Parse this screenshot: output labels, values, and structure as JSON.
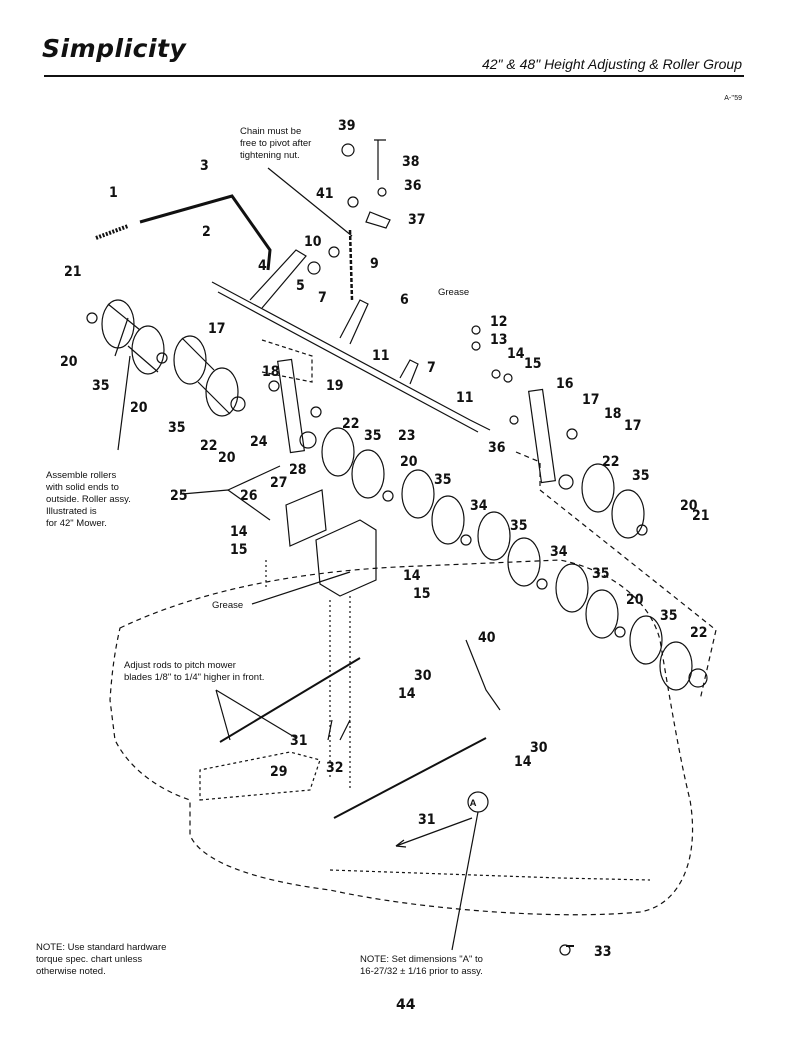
{
  "header": {
    "brand": "Simplicity",
    "title": "42\" & 48\" Height Adjusting & Roller Group",
    "drawing_code": "A-’’59"
  },
  "notes": {
    "chain": [
      "Chain must be",
      "free to pivot after",
      "tightening nut."
    ],
    "grease_top": "Grease",
    "grease_bottom": "Grease",
    "rollers": [
      "Assemble rollers",
      "with solid ends to",
      "outside. Roller assy.",
      "Illustrated is",
      "for 42\" Mower."
    ],
    "adjust": [
      "Adjust rods to pitch mower",
      "blades 1/8\" to 1/4\" higher in front."
    ],
    "hardware": [
      "NOTE: Use standard hardware",
      "torque spec. chart unless",
      "otherwise noted."
    ],
    "dimension": [
      "NOTE: Set dimensions \"A\" to",
      "16-27/32 ± 1/16 prior to assy."
    ],
    "dimension_marker": "A"
  },
  "callouts": {
    "c1": "1",
    "c2": "2",
    "c3": "3",
    "c4": "4",
    "c5": "5",
    "c6": "6",
    "c7a": "7",
    "c7b": "7",
    "c9": "9",
    "c10": "10",
    "c11a": "11",
    "c11b": "11",
    "c12": "12",
    "c13": "13",
    "c14a": "14",
    "c14b": "14",
    "c14c": "14",
    "c14d": "14",
    "c14e": "14",
    "c15a": "15",
    "c15b": "15",
    "c15c": "15",
    "c16": "16",
    "c17a": "17",
    "c17b": "17",
    "c17c": "17",
    "c18a": "18",
    "c18b": "18",
    "c19": "19",
    "c20a": "20",
    "c20b": "20",
    "c20c": "20",
    "c20d": "20",
    "c20e": "20",
    "c20f": "20",
    "c21a": "21",
    "c21b": "21",
    "c22a": "22",
    "c22b": "22",
    "c22c": "22",
    "c22d": "22",
    "c23": "23",
    "c24": "24",
    "c25": "25",
    "c26": "26",
    "c27": "27",
    "c28": "28",
    "c29": "29",
    "c30a": "30",
    "c30b": "30",
    "c31a": "31",
    "c31b": "31",
    "c32": "32",
    "c33": "33",
    "c34a": "34",
    "c34b": "34",
    "c35a": "35",
    "c35b": "35",
    "c35c": "35",
    "c35d": "35",
    "c35e": "35",
    "c35f": "35",
    "c35g": "35",
    "c36a": "36",
    "c36b": "36",
    "c37": "37",
    "c38": "38",
    "c39": "39",
    "c40": "40",
    "c41": "41"
  },
  "page_number": "44"
}
